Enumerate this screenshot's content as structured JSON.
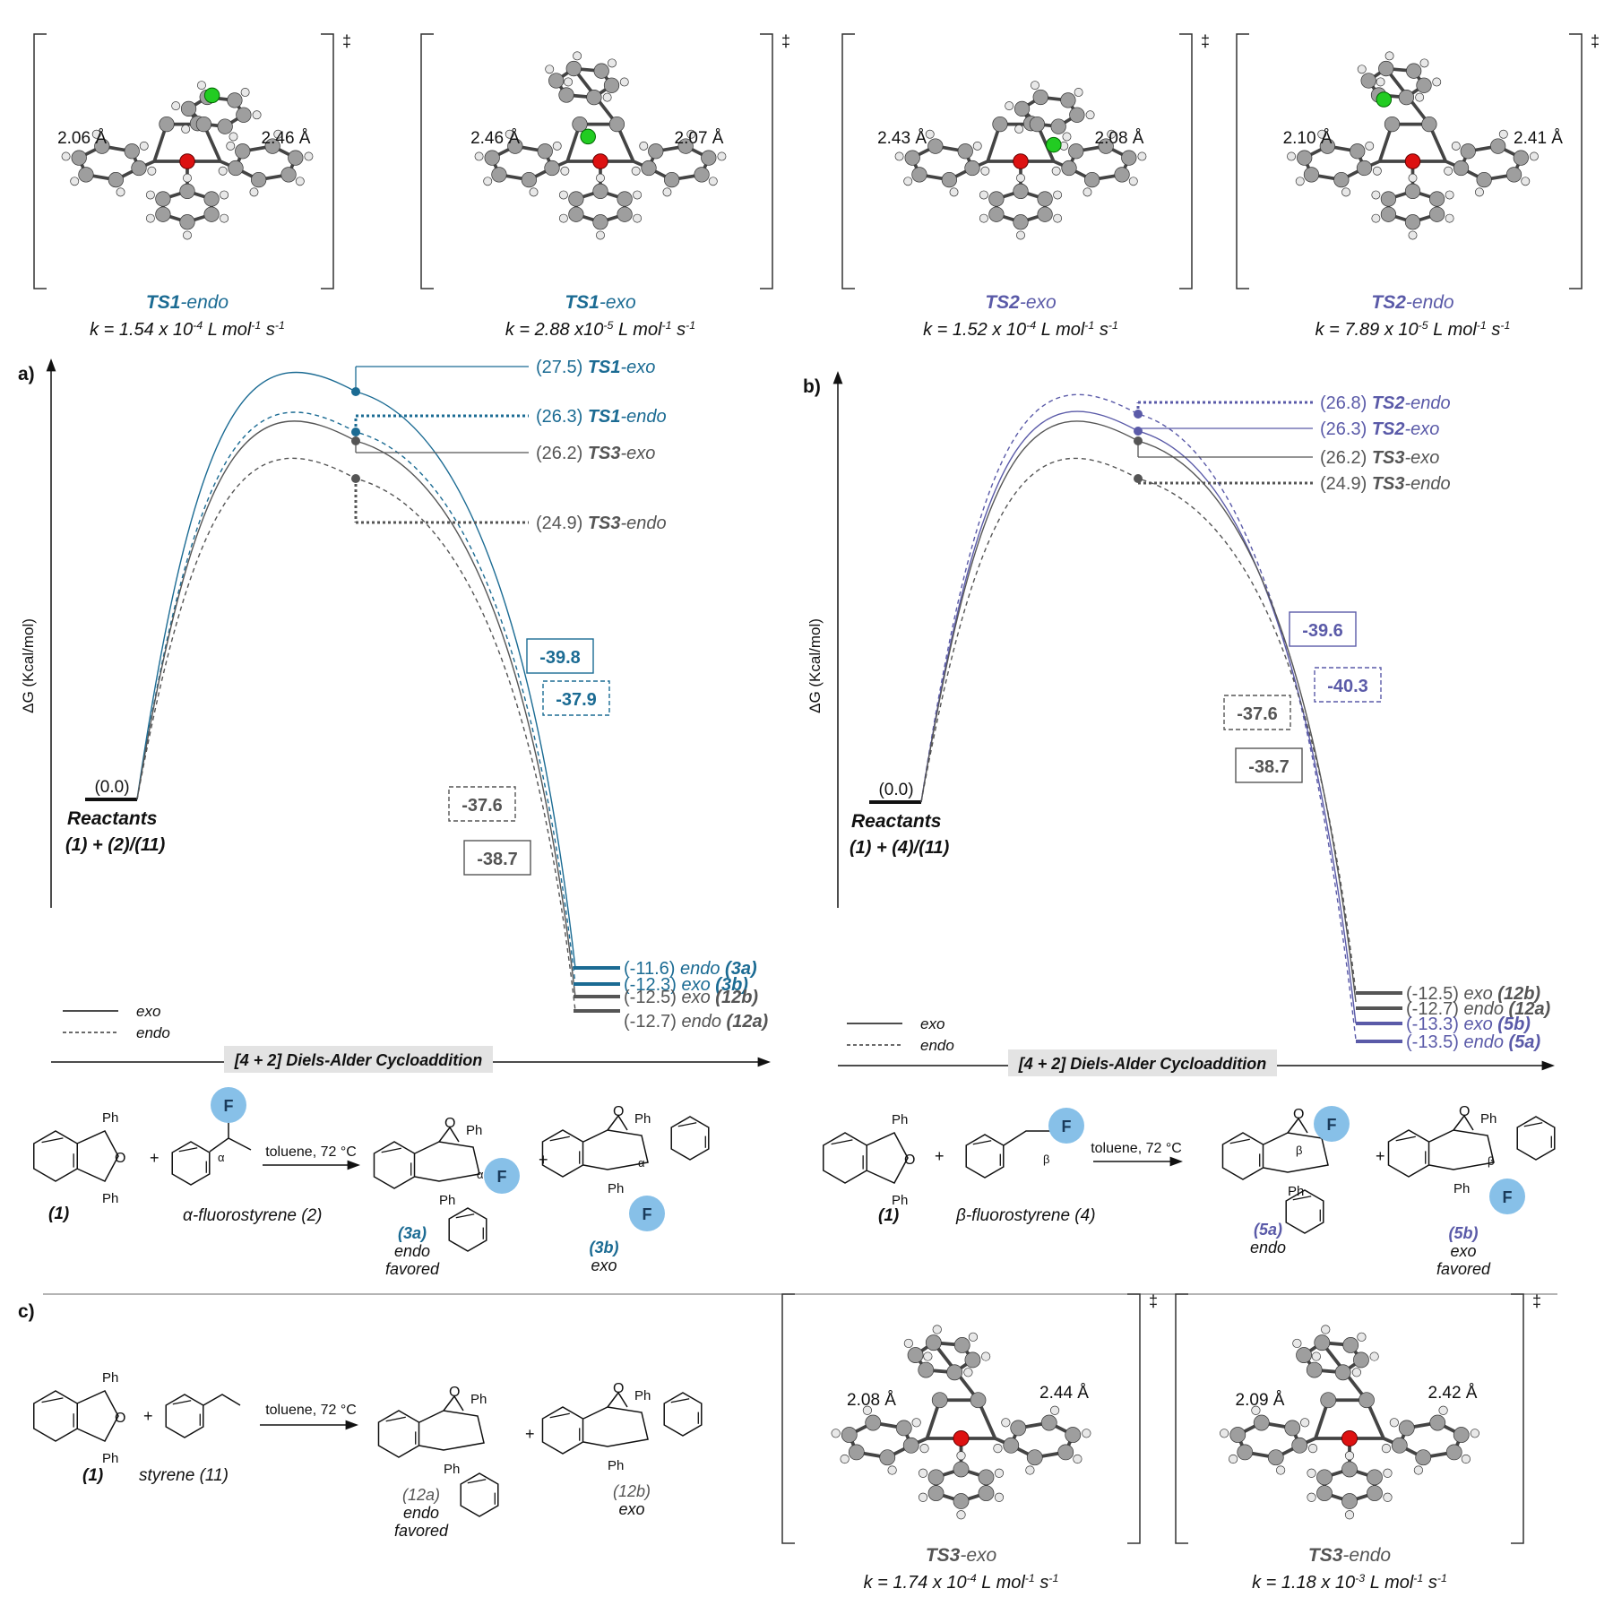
{
  "colors": {
    "ts1": "#1b6b93",
    "ts2": "#5a5aa8",
    "ts3": "#555555",
    "black": "#111111",
    "fluorine_fill": "#87c0e8",
    "carbon": "#9e9e9e",
    "oxygen": "#dd1111",
    "halogen": "#22cc22",
    "label_bg": "#e3e3e3"
  },
  "top_structures": [
    {
      "name_bold": "TS1",
      "name_rest": "-endo",
      "color": "ts1",
      "rate": "k = 1.54 x 10-4 L mol-1 s-1",
      "rate_parts": [
        "k = 1.54 x 10",
        "-4",
        " L mol",
        "-1",
        " s",
        "-1"
      ],
      "d1": "2.06 Å",
      "d2": "2.46 Å"
    },
    {
      "name_bold": "TS1",
      "name_rest": "-exo",
      "color": "ts1",
      "rate": "k = 2.88 x10-5 L mol-1 s-1",
      "rate_parts": [
        "k = 2.88 x10",
        "-5",
        " L mol",
        "-1",
        " s",
        "-1"
      ],
      "d1": "2.46 Å",
      "d2": "2.07 Å"
    },
    {
      "name_bold": "TS2",
      "name_rest": "-exo",
      "color": "ts2",
      "rate": "k = 1.52 x 10-4 L mol-1 s-1",
      "rate_parts": [
        "k = 1.52 x 10",
        "-4",
        " L mol",
        "-1",
        " s",
        "-1"
      ],
      "d1": "2.43 Å",
      "d2": "2.08 Å"
    },
    {
      "name_bold": "TS2",
      "name_rest": "-endo",
      "color": "ts2",
      "rate": "k = 7.89 x 10-5 L mol-1 s-1",
      "rate_parts": [
        "k = 7.89 x 10",
        "-5",
        " L mol",
        "-1",
        " s",
        "-1"
      ],
      "d1": "2.10 Å",
      "d2": "2.41 Å"
    }
  ],
  "dagger": "‡",
  "panel_a": {
    "label": "a)",
    "ylabel": "ΔG (Kcal/mol)",
    "reactant_value": "(0.0)",
    "reactants_title": "Reactants",
    "reactants_sub": "(1) + (2)/(11)",
    "ts_levels": [
      {
        "value": "(27.5)",
        "name_bold": "TS1",
        "name_rest": "-exo",
        "color": "ts1",
        "style": "solid"
      },
      {
        "value": "(26.3)",
        "name_bold": "TS1",
        "name_rest": "-endo",
        "color": "ts1",
        "style": "dotted"
      },
      {
        "value": "(26.2)",
        "name_bold": "TS3",
        "name_rest": "-exo",
        "color": "ts3",
        "style": "solid"
      },
      {
        "value": "(24.9)",
        "name_bold": "TS3",
        "name_rest": "-endo",
        "color": "ts3",
        "style": "dotted"
      }
    ],
    "boxes": [
      {
        "value": "-39.8",
        "color": "ts1",
        "style": "solid"
      },
      {
        "value": "-37.9",
        "color": "ts1",
        "style": "dashed"
      },
      {
        "value": "-37.6",
        "color": "ts3",
        "style": "dashed"
      },
      {
        "value": "-38.7",
        "color": "ts3",
        "style": "solid"
      }
    ],
    "products": [
      {
        "value": "(-11.6)",
        "label": "endo",
        "compound": "(3a)",
        "color": "ts1"
      },
      {
        "value": "(-12.3)",
        "label": "exo",
        "compound": "(3b)",
        "color": "ts1"
      },
      {
        "value": "(-12.5)",
        "label": "exo",
        "compound": "(12b)",
        "color": "ts3"
      },
      {
        "value": "(-12.7)",
        "label": "endo",
        "compound": "(12a)",
        "color": "ts3"
      }
    ],
    "legend": [
      "exo",
      "endo"
    ],
    "xlabel": "[4 + 2] Diels-Alder Cycloaddition"
  },
  "panel_b": {
    "label": "b)",
    "ylabel": "ΔG (Kcal/mol)",
    "reactant_value": "(0.0)",
    "reactants_title": "Reactants",
    "reactants_sub": "(1) + (4)/(11)",
    "ts_levels": [
      {
        "value": "(26.8)",
        "name_bold": "TS2",
        "name_rest": "-endo",
        "color": "ts2",
        "style": "dotted"
      },
      {
        "value": "(26.3)",
        "name_bold": "TS2",
        "name_rest": "-exo",
        "color": "ts2",
        "style": "solid"
      },
      {
        "value": "(26.2)",
        "name_bold": "TS3",
        "name_rest": "-exo",
        "color": "ts3",
        "style": "solid"
      },
      {
        "value": "(24.9)",
        "name_bold": "TS3",
        "name_rest": "-endo",
        "color": "ts3",
        "style": "dotted"
      }
    ],
    "boxes": [
      {
        "value": "-39.6",
        "color": "ts2",
        "style": "solid"
      },
      {
        "value": "-40.3",
        "color": "ts2",
        "style": "dashed"
      },
      {
        "value": "-37.6",
        "color": "ts3",
        "style": "dashed"
      },
      {
        "value": "-38.7",
        "color": "ts3",
        "style": "solid"
      }
    ],
    "products": [
      {
        "value": "(-12.5)",
        "label": "exo",
        "compound": "(12b)",
        "color": "ts3"
      },
      {
        "value": "(-12.7)",
        "label": "endo",
        "compound": "(12a)",
        "color": "ts3"
      },
      {
        "value": "(-13.3)",
        "label": "exo",
        "compound": "(5b)",
        "color": "ts2"
      },
      {
        "value": "(-13.5)",
        "label": "endo",
        "compound": "(5a)",
        "color": "ts2"
      }
    ],
    "legend": [
      "exo",
      "endo"
    ],
    "xlabel": "[4 + 2] Diels-Alder Cycloaddition"
  },
  "scheme_a": {
    "diene_label": "(1)",
    "dienophile_label": "α-fluorostyrene (2)",
    "conditions": "toluene, 72 °C",
    "plus": "+",
    "ph": "Ph",
    "o": "O",
    "f": "F",
    "alpha": "α",
    "p1_label": "(3a)",
    "p1_desc1": "endo",
    "p1_desc2": "favored",
    "p2_label": "(3b)",
    "p2_desc1": "exo"
  },
  "scheme_b": {
    "diene_label": "(1)",
    "dienophile_label": "β-fluorostyrene (4)",
    "conditions": "toluene, 72 °C",
    "beta": "β",
    "p1_label": "(5a)",
    "p1_desc1": "endo",
    "p2_label": "(5b)",
    "p2_desc1": "exo",
    "p2_desc2": "favored"
  },
  "panel_c": {
    "label": "c)",
    "diene_label": "(1)",
    "dienophile_label": "styrene (11)",
    "conditions": "toluene, 72 °C",
    "p1_label": "(12a)",
    "p1_desc1": "endo",
    "p1_desc2": "favored",
    "p2_label": "(12b)",
    "p2_desc1": "exo",
    "ts": [
      {
        "name_bold": "TS3",
        "name_rest": "-exo",
        "rate_parts": [
          "k = 1.74 x 10",
          "-4",
          " L mol",
          "-1",
          " s",
          "-1"
        ],
        "d1": "2.08 Å",
        "d2": "2.44 Å"
      },
      {
        "name_bold": "TS3",
        "name_rest": "-endo",
        "rate_parts": [
          "k = 1.18 x 10",
          "-3",
          " L mol",
          "-1",
          " s",
          "-1"
        ],
        "d1": "2.09 Å",
        "d2": "2.42 Å"
      }
    ]
  }
}
